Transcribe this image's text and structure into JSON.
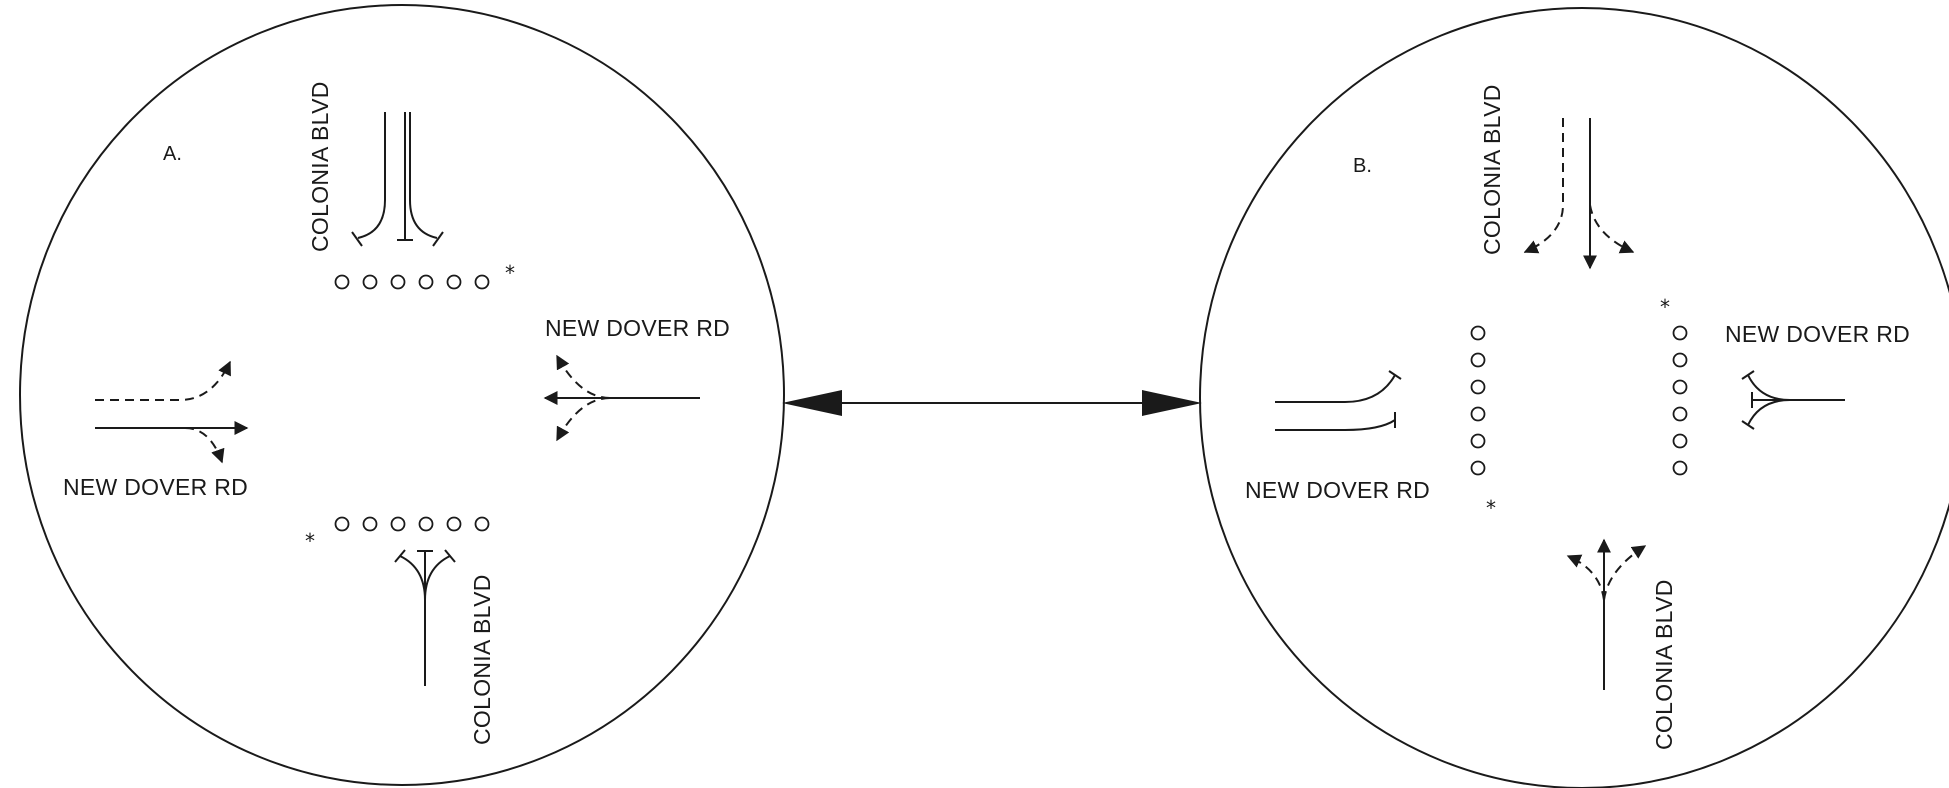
{
  "diagram": {
    "panel_a": {
      "title": "A.",
      "street_north": "COLONIA BLVD",
      "street_south": "COLONIA BLVD",
      "street_east": "NEW DOVER RD",
      "street_west": "NEW DOVER RD",
      "asterisk": "*"
    },
    "panel_b": {
      "title": "B.",
      "street_north": "COLONIA BLVD",
      "street_south": "COLONIA BLVD",
      "street_east": "NEW DOVER RD",
      "street_west": "NEW DOVER RD",
      "asterisk": "*"
    },
    "connector": "double-headed-arrow",
    "colors": {
      "stroke": "#1a1a1a",
      "background": "#ffffff"
    }
  }
}
